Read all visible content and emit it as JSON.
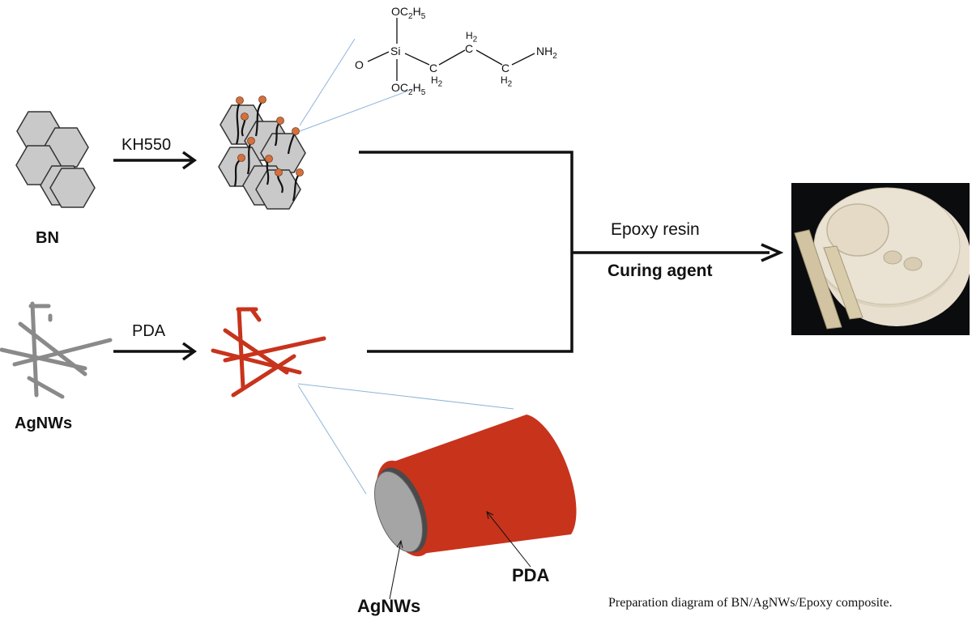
{
  "labels": {
    "bn": "BN",
    "kh550": "KH550",
    "agnws_left": "AgNWs",
    "pda_arrow": "PDA",
    "epoxy_resin": "Epoxy resin",
    "curing_agent": "Curing agent",
    "pda_cylinder": "PDA",
    "agnws_cylinder": "AgNWs"
  },
  "molecule": {
    "oc2h5_top": "OC2H5",
    "si": "Si",
    "o_left": "O",
    "oc2h5_bottom": "OC2H5",
    "h2_a": "H2",
    "c_a": "C",
    "c_b": "C",
    "h2_b": "H2",
    "c_c": "C",
    "h2_c": "H2",
    "nh2": "NH2"
  },
  "caption": "Preparation diagram of BN/AgNWs/Epoxy composite.",
  "colors": {
    "hexagon_fill": "#c9c9c9",
    "nanowire_gray": "#8a8a8a",
    "pda_red": "#c8331c",
    "bead_orange": "#d2713f",
    "leader_blue": "#8fb4d9"
  }
}
